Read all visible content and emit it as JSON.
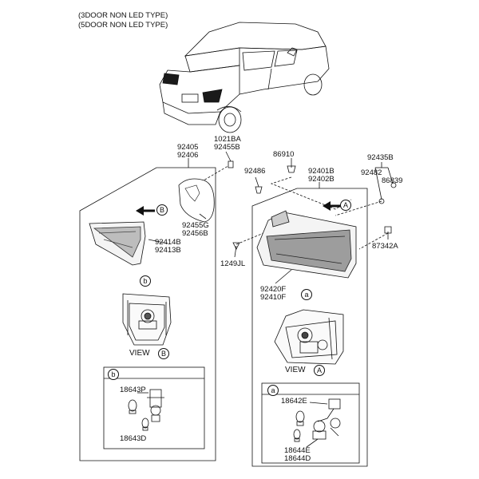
{
  "header": {
    "line1": "(3DOOR NON LED TYPE)",
    "line2": "(5DOOR NON LED TYPE)"
  },
  "parts": {
    "p92405": "92405",
    "p92406": "92406",
    "p1021BA": "1021BA",
    "p92455B": "92455B",
    "p86910": "86910",
    "p92486": "92486",
    "p92401B": "92401B",
    "p92402B": "92402B",
    "p92435B": "92435B",
    "p92482": "92482",
    "p86839": "86839",
    "p92455G": "92455G",
    "p92456B": "92456B",
    "p92414B": "92414B",
    "p92413B": "92413B",
    "p1249JL": "1249JL",
    "p87342A": "87342A",
    "p92420F": "92420F",
    "p92410F": "92410F",
    "p18643P": "18643P",
    "p18643D": "18643D",
    "p18642E": "18642E",
    "p18644E": "18644E",
    "p18644D": "18644D"
  },
  "callouts": {
    "a": "a",
    "b": "b",
    "A": "A",
    "B": "B"
  },
  "views": {
    "view_word": "VIEW"
  },
  "colors": {
    "line": "#111111",
    "lamp_dark": "#2a2a2a",
    "lamp_gray": "#9a9a9a"
  }
}
